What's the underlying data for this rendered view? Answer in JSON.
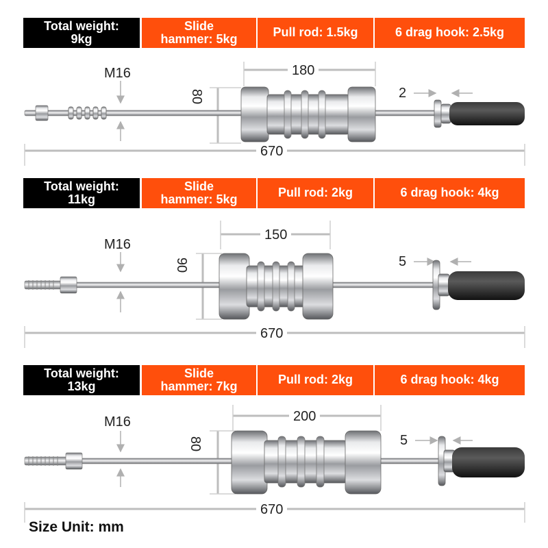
{
  "colors": {
    "accent": "#ff4f0c",
    "dark": "#000000"
  },
  "sections": [
    {
      "total_weight_label": "Total weight:",
      "total_weight_value": "9kg",
      "slide_label": "Slide",
      "slide_value": "hammer: 5kg",
      "pull_rod": "Pull rod: 1.5kg",
      "drag_hook": "6 drag hook: 2.5kg",
      "thread_label": "M16",
      "hammer_length": "180",
      "hammer_diameter": "80",
      "hook_gap": "2",
      "total_length": "670"
    },
    {
      "total_weight_label": "Total weight:",
      "total_weight_value": "11kg",
      "slide_label": "Slide",
      "slide_value": "hammer: 5kg",
      "pull_rod": "Pull rod: 2kg",
      "drag_hook": "6 drag hook: 4kg",
      "thread_label": "M16",
      "hammer_length": "150",
      "hammer_diameter": "90",
      "hook_gap": "5",
      "total_length": "670"
    },
    {
      "total_weight_label": "Total weight:",
      "total_weight_value": "13kg",
      "slide_label": "Slide",
      "slide_value": "hammer: 7kg",
      "pull_rod": "Pull rod: 2kg",
      "drag_hook": "6 drag hook: 4kg",
      "thread_label": "M16",
      "hammer_length": "200",
      "hammer_diameter": "80",
      "hook_gap": "5",
      "total_length": "670"
    }
  ],
  "size_unit": "Size Unit: mm"
}
